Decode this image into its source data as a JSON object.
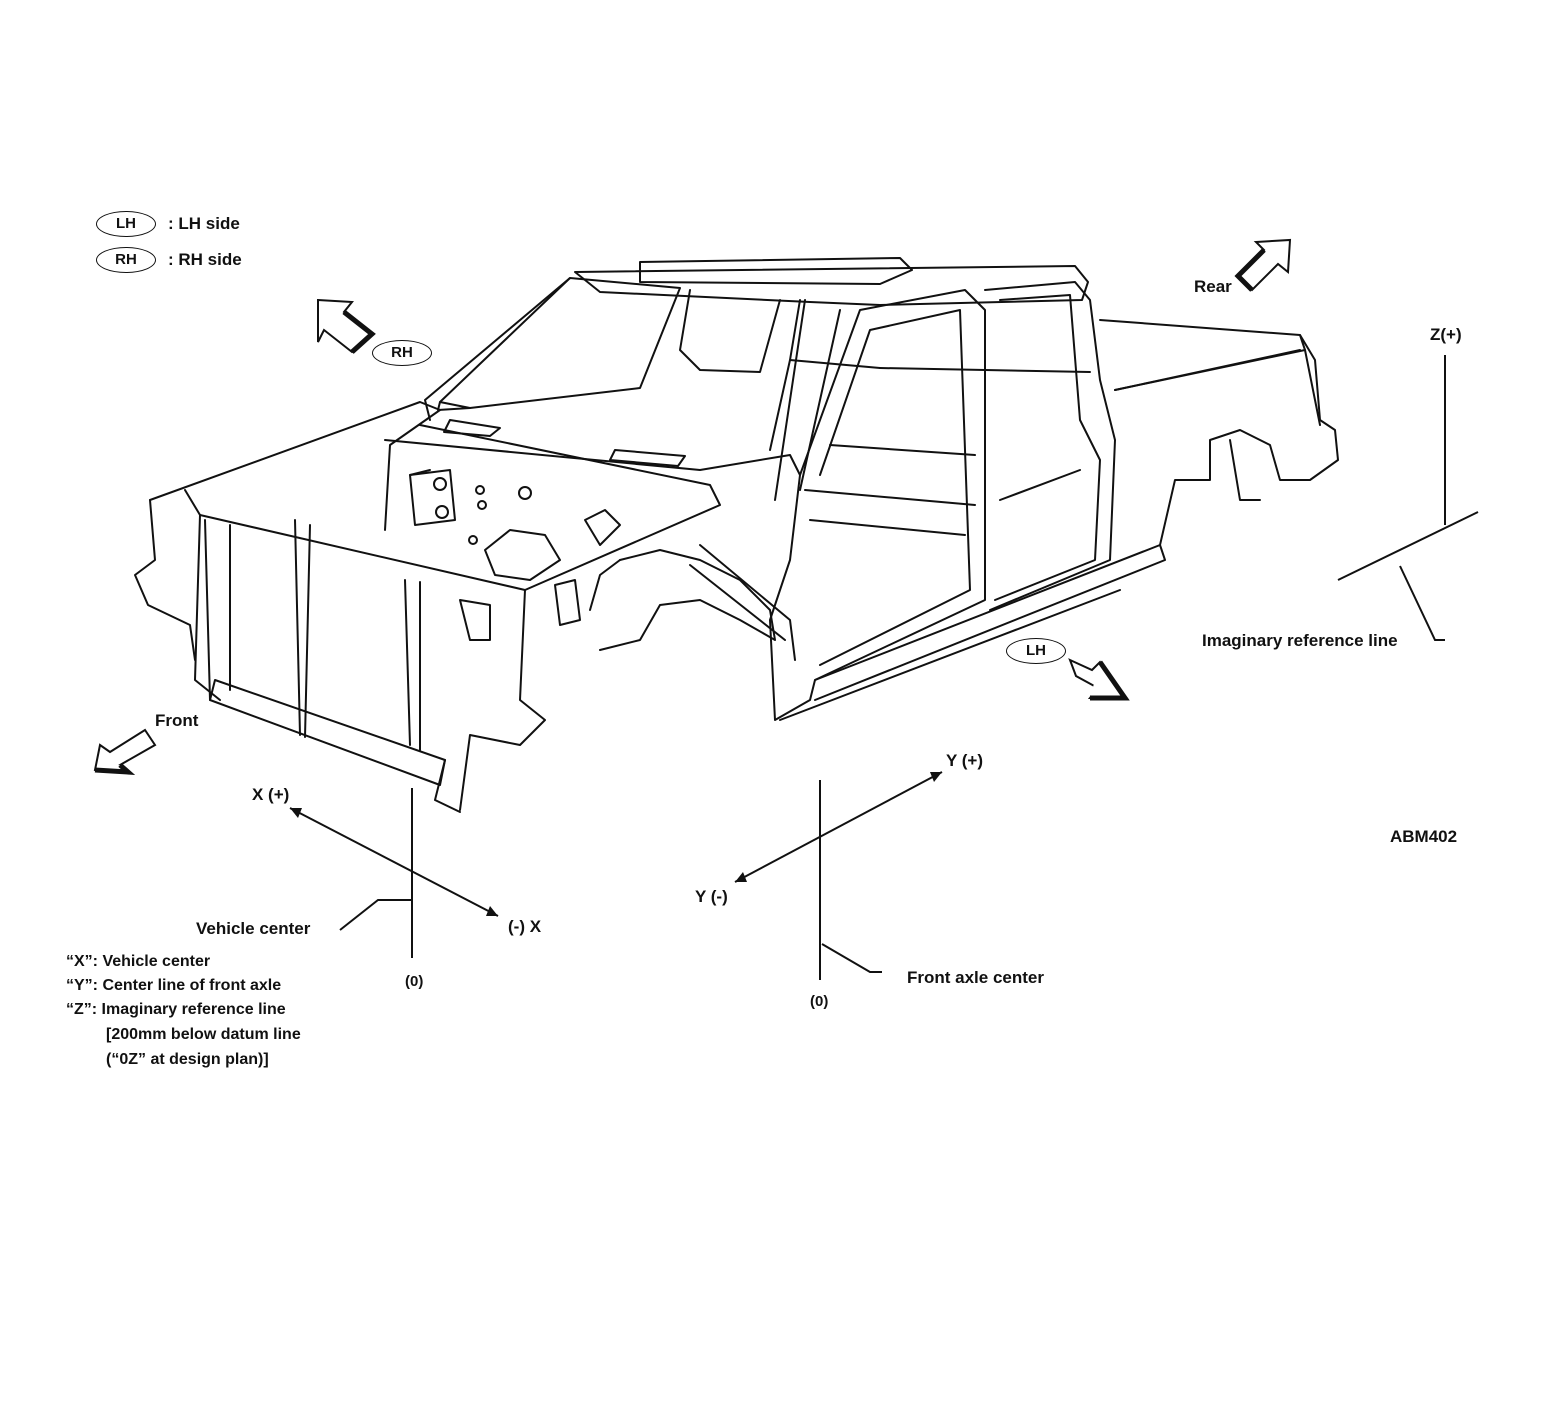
{
  "legend": {
    "items": [
      {
        "badge": "LH",
        "text": ": LH side"
      },
      {
        "badge": "RH",
        "text": ": RH side"
      }
    ]
  },
  "directions": {
    "rh": "RH",
    "lh": "LH",
    "rear": "Rear",
    "front": "Front"
  },
  "axes": {
    "z_plus": "Z(+)",
    "x_plus": "X (+)",
    "x_minus": "(-) X",
    "y_plus": "Y (+)",
    "y_minus": "Y (-)",
    "x_zero": "(0)",
    "y_zero": "(0)"
  },
  "callouts": {
    "imaginary_reference_line": "Imaginary reference line",
    "vehicle_center": "Vehicle center",
    "front_axle_center": "Front axle center"
  },
  "figure_id": "ABM402",
  "notes": [
    "“X”: Vehicle center",
    "“Y”: Center line of front axle",
    "“Z”: Imaginary reference line",
    "[200mm below datum line",
    "(“0Z” at design plan)]"
  ]
}
